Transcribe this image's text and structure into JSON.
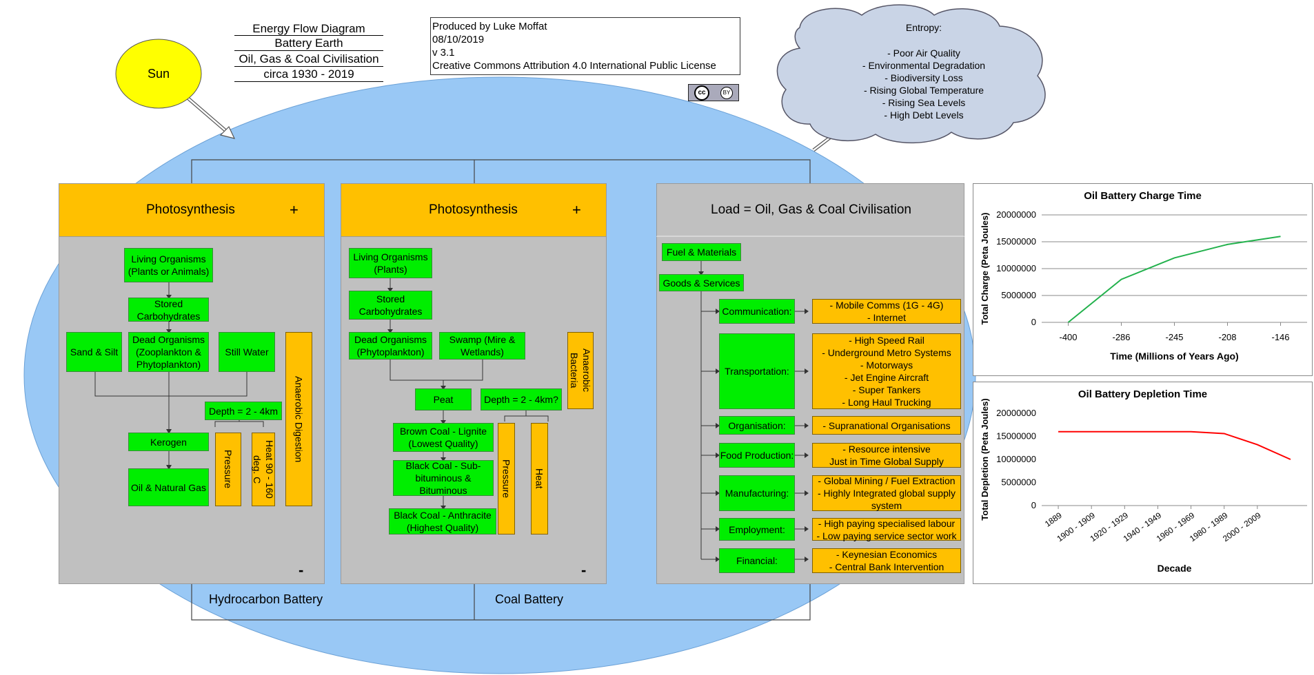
{
  "title_block": {
    "line1": "Energy Flow Diagram",
    "line2": "Battery Earth",
    "line3": "Oil, Gas & Coal Civilisation",
    "line4": "circa 1930 - 2019"
  },
  "credits": {
    "author": "Produced by Luke Moffat",
    "date": "08/10/2019",
    "version": "v 3.1",
    "license": "Creative Commons Attribution 4.0 International Public License",
    "cc_badge": "cc",
    "cc_by": "BY"
  },
  "sun": {
    "label": "Sun"
  },
  "entropy": {
    "title": "Entropy:",
    "items": [
      "- Poor Air Quality",
      "- Environmental Degradation",
      "- Biodiversity Loss",
      "- Rising Global Temperature",
      "- Rising Sea Levels",
      "- High Debt Levels"
    ]
  },
  "hydrocarbon": {
    "header": "Photosynthesis",
    "plus": "+",
    "minus": "-",
    "battery_label": "Hydrocarbon Battery",
    "living": "Living Organisms (Plants or Animals)",
    "stored": "Stored Carbohydrates",
    "sand": "Sand & Silt",
    "dead": "Dead Organisms (Zooplankton & Phytoplankton)",
    "water": "Still Water",
    "anaerobic": "Anaerobic Digestion",
    "depth": "Depth = 2 - 4km",
    "kerogen": "Kerogen",
    "oil": "Oil & Natural Gas",
    "pressure": "Pressure",
    "heat": "Heat 90 - 160 deg. C"
  },
  "coal": {
    "header": "Photosynthesis",
    "plus": "+",
    "minus": "-",
    "battery_label": "Coal Battery",
    "living": "Living Organisms (Plants)",
    "stored": "Stored Carbohydrates",
    "dead": "Dead Organisms (Phytoplankton)",
    "swamp": "Swamp (Mire & Wetlands)",
    "bacteria": "Anaerobic Bacteria",
    "peat": "Peat",
    "depth": "Depth = 2 - 4km?",
    "brown": "Brown Coal - Lignite (Lowest Quality)",
    "black": "Black Coal - Sub-bituminous & Bituminous",
    "anthracite": "Black Coal - Anthracite (Highest Quality)",
    "pressure": "Pressure",
    "heat": "Heat"
  },
  "load": {
    "header": "Load = Oil, Gas & Coal Civilisation",
    "fuel": "Fuel & Materials",
    "goods": "Goods & Services",
    "rows": [
      {
        "label": "Communication:",
        "lines": [
          "- Mobile Comms (1G - 4G)",
          "- Internet"
        ]
      },
      {
        "label": "Transportation:",
        "lines": [
          "- High Speed Rail",
          "- Underground Metro Systems",
          "- Motorways",
          "- Jet Engine Aircraft",
          "- Super Tankers",
          "- Long Haul Trucking"
        ]
      },
      {
        "label": "Organisation:",
        "lines": [
          "- Supranational Organisations"
        ]
      },
      {
        "label": "Food Production:",
        "lines": [
          "- Resource intensive",
          "Just in Time Global Supply"
        ]
      },
      {
        "label": "Manufacturing:",
        "lines": [
          "- Global Mining / Fuel Extraction",
          "- Highly Integrated global supply",
          "system"
        ]
      },
      {
        "label": "Employment:",
        "lines": [
          "- High paying specialised labour",
          "- Low paying service sector work"
        ]
      },
      {
        "label": "Financial:",
        "lines": [
          "- Keynesian Economics",
          "- Central Bank Intervention"
        ]
      }
    ]
  },
  "chart_data": [
    {
      "type": "line",
      "title": "Oil Battery Charge Time",
      "xlabel": "Time (Millions of Years Ago)",
      "ylabel": "Total Charge (Peta Joules)",
      "categories": [
        "-400",
        "-286",
        "-245",
        "-208",
        "-146"
      ],
      "values": [
        0,
        8000000,
        12000000,
        14500000,
        16000000
      ],
      "yticks": [
        "0",
        "5000000",
        "10000000",
        "15000000",
        "20000000"
      ],
      "ylim": [
        0,
        20000000
      ],
      "color": "#22b14c",
      "grid": true
    },
    {
      "type": "line",
      "title": "Oil Battery Depletion Time",
      "xlabel": "Decade",
      "ylabel": "Total Depletion (Peta Joules)",
      "categories": [
        "1889",
        "1900 - 1909",
        "1920 - 1929",
        "1940 - 1949",
        "1960 - 1969",
        "1980 - 1989",
        "2000 - 2009"
      ],
      "values": [
        16000000,
        16000000,
        16000000,
        16000000,
        16000000,
        15600000,
        13200000,
        10000000
      ],
      "yticks": [
        "0",
        "5000000",
        "10000000",
        "15000000",
        "20000000"
      ],
      "ylim": [
        0,
        20000000
      ],
      "color": "#ff0000",
      "grid": false
    }
  ],
  "colors": {
    "ellipse": "#99c8f5",
    "green_box": "#00ee00",
    "orange_box": "#ffc000",
    "panel": "#c0c0c0",
    "sun": "#ffff00",
    "cloud": "#c9d4e6"
  }
}
